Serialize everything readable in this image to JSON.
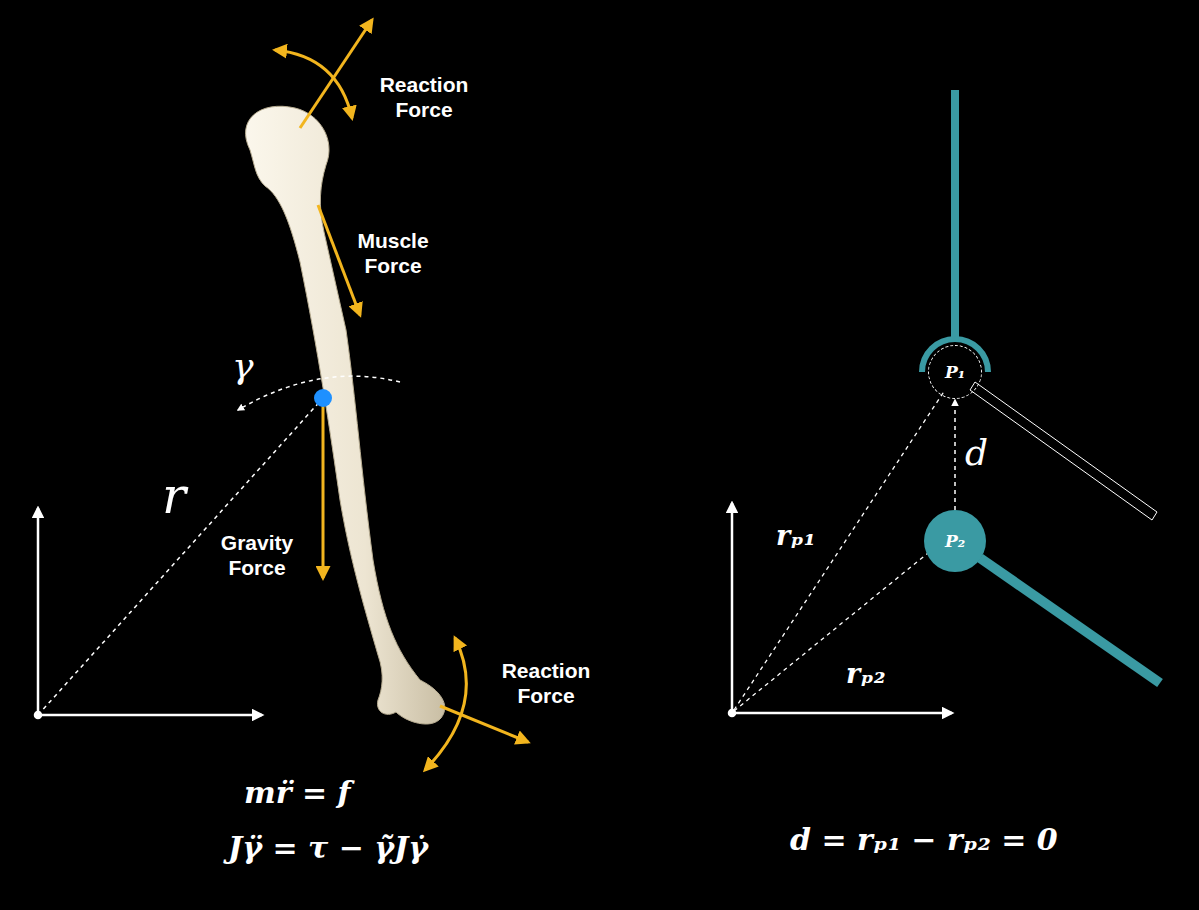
{
  "diagram": {
    "nodes": [
      {
        "text": [
          "P₁"
        ]
      },
      {
        "text": [
          "P₂"
        ]
      }
    ],
    "edges": [
      {
        "from": 1,
        "to": 0,
        "arrow": "to",
        "label": "d"
      }
    ],
    "labels": [
      "Reaction Force",
      "Muscle Force",
      "γ",
      "r",
      "Gravity Force",
      "Reaction Force",
      "mr̈ = f",
      "Jγ̈ = τ − γ̃Jγ̇",
      "rₚ₁",
      "rₚ₂",
      "d = rₚ₁ − rₚ₂ = 0"
    ]
  }
}
